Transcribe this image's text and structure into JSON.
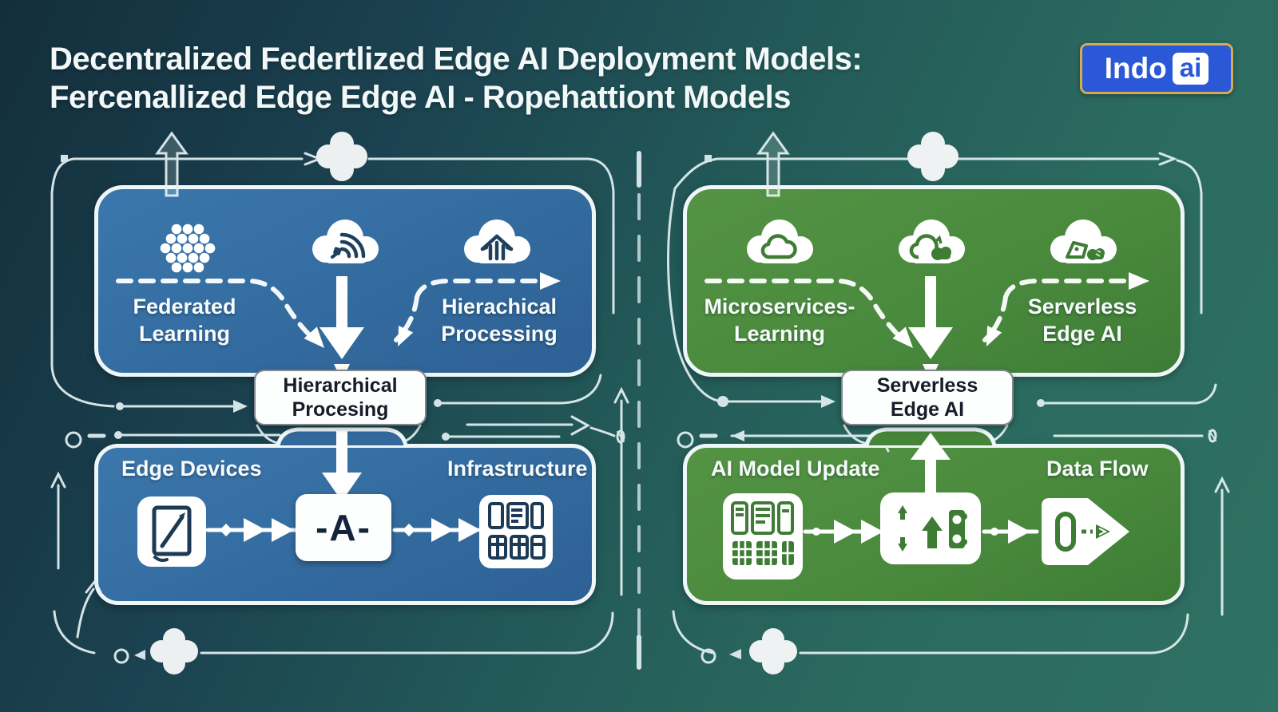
{
  "title": {
    "line1": "Decentralized Federtlized Edge AI Deployment Models:",
    "line2": "Fercenallized Edge Edge AI - Ropehattiont Models"
  },
  "logo": {
    "name": "Indo",
    "badge": "ai"
  },
  "colors": {
    "background_left": "#132e3c",
    "background_right": "#2f7164",
    "blue_panel": "#336b9f",
    "green_panel": "#4a8a3d",
    "logo_blue": "#2b58d6",
    "logo_gold": "#d3ab52",
    "stroke_white": "#e8f3f4",
    "box_text": "#161c28"
  },
  "left": {
    "top_panel": {
      "icons": [
        "federated-nodes-icon",
        "cloud-signal-icon",
        "cloud-home-icon"
      ],
      "label_left_line1": "Federated",
      "label_left_line2": "Learning",
      "label_right_line1": "Hierachical",
      "label_right_line2": "Processing"
    },
    "center_box": {
      "line1": "Hierarchical",
      "line2": "Procesing"
    },
    "bottom_panel": {
      "icons": [
        "tablet-icon",
        "gateway-box",
        "server-rack-icon"
      ],
      "label_left": "Edge Devices",
      "label_right": "Infrastructure",
      "gateway_symbol": "-A-"
    }
  },
  "right": {
    "top_panel": {
      "icons": [
        "cloud-icon",
        "cloud-sync-icon",
        "cloud-data-icon"
      ],
      "label_left_line1": "Microservices-",
      "label_left_line2": "Learning",
      "label_right_line1": "Serverless",
      "label_right_line2": "Edge AI"
    },
    "center_box": {
      "line1": "Serverless",
      "line2": "Edge AI"
    },
    "bottom_panel": {
      "icons": [
        "model-grid-icon",
        "update-module-icon",
        "data-flow-arrow-icon"
      ],
      "label_left": "AI Model Update",
      "label_right": "Data Flow"
    }
  }
}
